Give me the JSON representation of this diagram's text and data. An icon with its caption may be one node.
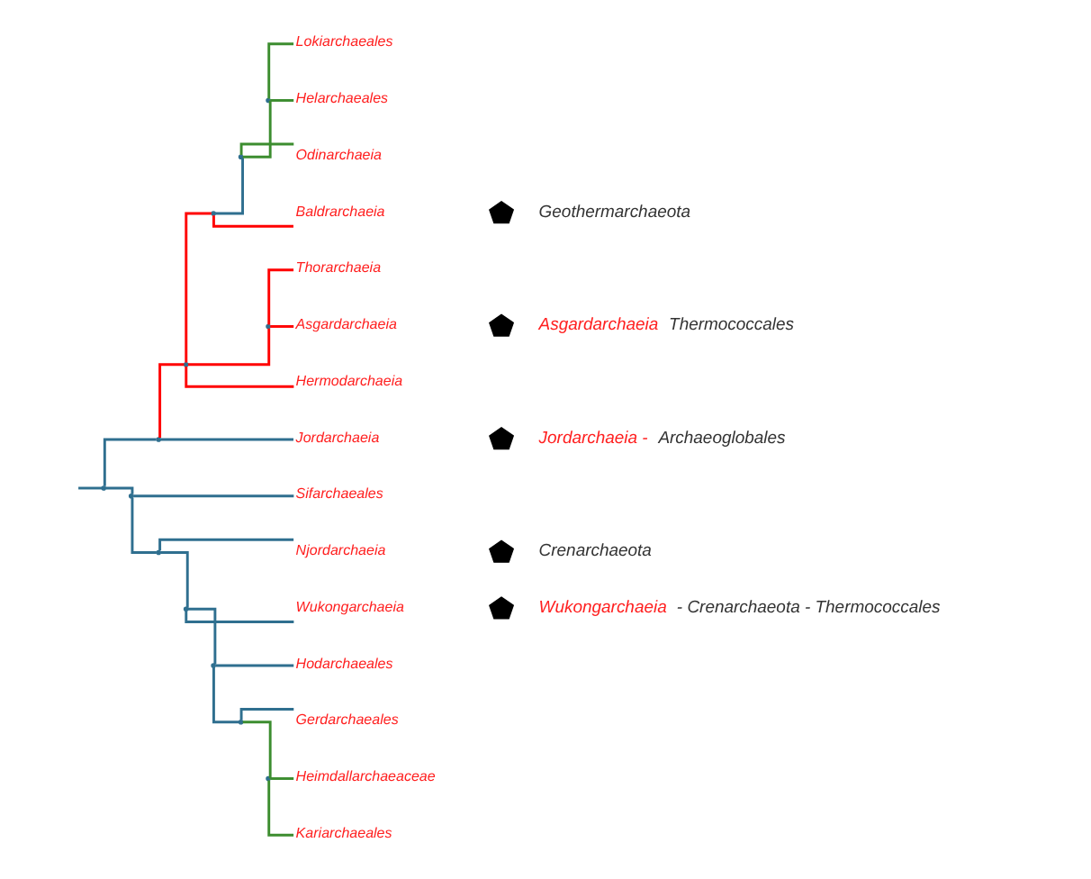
{
  "diagram": {
    "nodes": [
      {
        "text": [
          "Lokiarchaeales"
        ]
      },
      {
        "text": [
          "Helarchaeales"
        ]
      },
      {
        "text": [
          "Odinarchaeia"
        ]
      },
      {
        "text": [
          "Baldrarchaeia"
        ]
      },
      {
        "text": [],
        "shape": "pentagon",
        "beside": [
          "Geothermarchaeota"
        ]
      },
      {
        "text": [
          "Thorarchaeia"
        ]
      },
      {
        "text": [
          "Asgardarchaeia"
        ]
      },
      {
        "text": [],
        "shape": "pentagon",
        "beside": [
          "Asgardarchaeia",
          "Thermococcales"
        ]
      },
      {
        "text": [
          "Hermodarchaeia"
        ]
      },
      {
        "text": [
          "Jordarchaeia"
        ]
      },
      {
        "text": [],
        "shape": "pentagon",
        "beside": [
          "Jordarchaeia -",
          "Archaeoglobales"
        ]
      },
      {
        "text": [
          "Sifarchaeales"
        ]
      },
      {
        "text": [
          "Njordarchaeia"
        ]
      },
      {
        "text": [],
        "shape": "pentagon",
        "beside": [
          "Crenarchaeota"
        ]
      },
      {
        "text": [
          "Wukongarchaeia"
        ]
      },
      {
        "text": [],
        "shape": "pentagon",
        "beside": [
          "Wukongarchaeia",
          "- Crenarchaeota - Thermococcales"
        ]
      },
      {
        "text": [
          "Hodarchaeales"
        ]
      },
      {
        "text": [
          "Gerdarchaeales"
        ]
      },
      {
        "text": [
          "Heimdallarchaeaceae"
        ]
      },
      {
        "text": [
          "Kariarchaeales"
        ]
      },
      {
        "text": [],
        "shape": "point"
      },
      {
        "text": [],
        "shape": "point"
      },
      {
        "text": [],
        "shape": "point"
      },
      {
        "text": [],
        "shape": "point"
      },
      {
        "text": [],
        "shape": "point"
      },
      {
        "text": [],
        "shape": "point"
      },
      {
        "text": [],
        "shape": "point"
      },
      {
        "text": [],
        "shape": "point"
      },
      {
        "text": [],
        "shape": "point"
      },
      {
        "text": [],
        "shape": "point"
      },
      {
        "text": [],
        "shape": "point"
      },
      {
        "text": [],
        "shape": "point"
      },
      {
        "text": [],
        "shape": "point"
      }
    ],
    "edges": [
      {
        "from": null,
        "to": 20,
        "arrow": "none"
      },
      {
        "from": 20,
        "to": 21,
        "arrow": "none"
      },
      {
        "from": 21,
        "to": 24,
        "arrow": "none",
        "color": "#ff0000"
      },
      {
        "from": 24,
        "to": 27,
        "arrow": "none",
        "color": "#ff0000"
      },
      {
        "from": 27,
        "to": 29,
        "arrow": "none"
      },
      {
        "from": 29,
        "to": 31,
        "arrow": "none",
        "color": "#3c8d2f"
      },
      {
        "from": 31,
        "to": 0,
        "arrow": "none",
        "color": "#3c8d2f"
      },
      {
        "from": 31,
        "to": 1,
        "arrow": "none",
        "color": "#3c8d2f"
      },
      {
        "from": 29,
        "to": 2,
        "arrow": "none",
        "color": "#3c8d2f"
      },
      {
        "from": 27,
        "to": 3,
        "arrow": "none",
        "color": "#ff0000"
      },
      {
        "from": 24,
        "to": 28,
        "arrow": "none",
        "color": "#ff0000"
      },
      {
        "from": 28,
        "to": 5,
        "arrow": "none",
        "color": "#ff0000"
      },
      {
        "from": 28,
        "to": 6,
        "arrow": "none",
        "color": "#ff0000"
      },
      {
        "from": 24,
        "to": 8,
        "arrow": "none",
        "color": "#ff0000"
      },
      {
        "from": 21,
        "to": 9,
        "arrow": "none"
      },
      {
        "from": 20,
        "to": 22,
        "arrow": "none"
      },
      {
        "from": 22,
        "to": 11,
        "arrow": "none"
      },
      {
        "from": 22,
        "to": 23,
        "arrow": "none"
      },
      {
        "from": 23,
        "to": 12,
        "arrow": "none"
      },
      {
        "from": 23,
        "to": 25,
        "arrow": "none"
      },
      {
        "from": 25,
        "to": 14,
        "arrow": "none"
      },
      {
        "from": 25,
        "to": 26,
        "arrow": "none"
      },
      {
        "from": 26,
        "to": 16,
        "arrow": "none"
      },
      {
        "from": 26,
        "to": 30,
        "arrow": "none"
      },
      {
        "from": 30,
        "to": 17,
        "arrow": "none"
      },
      {
        "from": 30,
        "to": 32,
        "arrow": "none",
        "color": "#3c8d2f"
      },
      {
        "from": 32,
        "to": 18,
        "arrow": "none",
        "color": "#3c8d2f"
      },
      {
        "from": 32,
        "to": 19,
        "arrow": "none",
        "color": "#3c8d2f"
      }
    ]
  }
}
